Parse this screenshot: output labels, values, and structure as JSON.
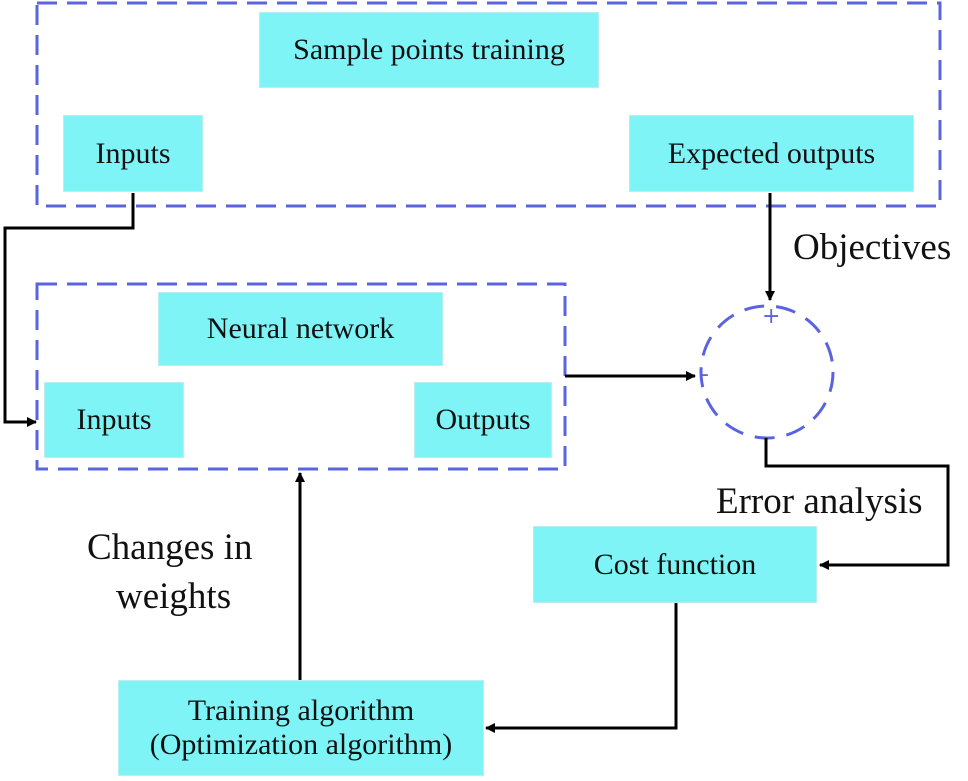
{
  "colors": {
    "box_fill": "#7ff4f7",
    "dashed_border": "#5a63e0",
    "arrow": "#000000"
  },
  "boxes": {
    "sample_points_training": "Sample points training",
    "inputs_top": "Inputs",
    "expected_outputs": "Expected outputs",
    "neural_network": "Neural network",
    "inputs_nn": "Inputs",
    "outputs_nn": "Outputs",
    "cost_function": "Cost function",
    "training_algorithm_line1": "Training algorithm",
    "training_algorithm_line2": "(Optimization algorithm)"
  },
  "labels": {
    "objectives": "Objectives",
    "error_analysis": "Error analysis",
    "changes_in_weights_line1": "Changes in",
    "changes_in_weights_line2": "weights"
  },
  "summing_junction": {
    "plus": "+",
    "minus": "-"
  }
}
